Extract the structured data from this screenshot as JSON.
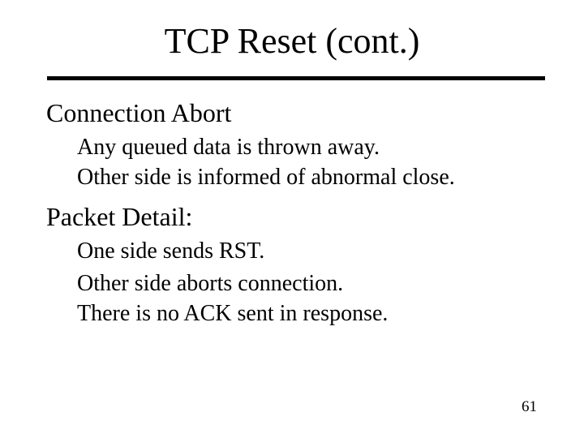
{
  "slide": {
    "title": "TCP Reset (cont.)",
    "page_number": "61",
    "colors": {
      "background": "#ffffff",
      "text": "#000000",
      "rule": "#000000"
    },
    "sections": [
      {
        "heading": "Connection Abort",
        "items": [
          "Any queued data is thrown away.",
          "Other side is informed of abnormal close."
        ]
      },
      {
        "heading": "Packet Detail:",
        "items": [
          "One side sends RST.",
          "Other side aborts connection.",
          "There is no ACK sent in response."
        ]
      }
    ]
  }
}
